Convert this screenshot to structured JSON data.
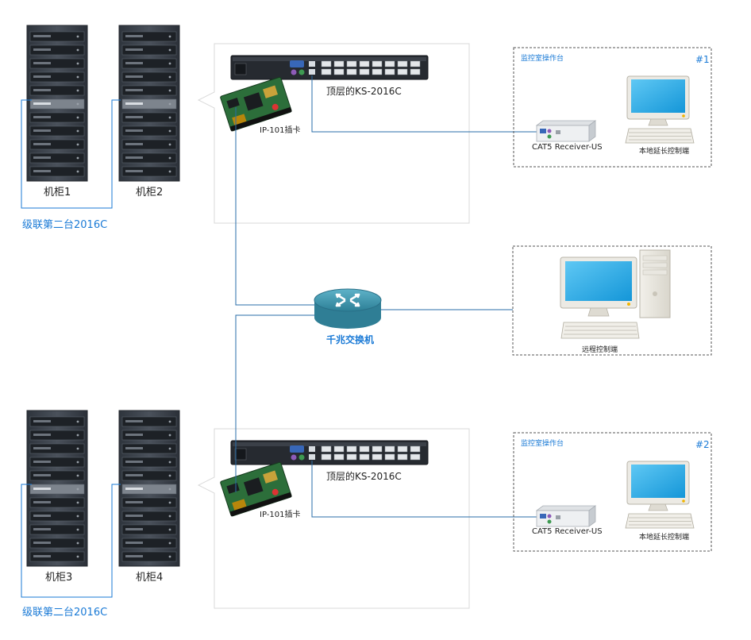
{
  "cabinets": [
    {
      "label": "机柜1"
    },
    {
      "label": "机柜2"
    },
    {
      "label": "机柜3"
    },
    {
      "label": "机柜4"
    }
  ],
  "cascade_top": {
    "label": "级联第二台2016C"
  },
  "cascade_bottom": {
    "label": "级联第二台2016C"
  },
  "kvm_top": {
    "label": "顶层的KS-2016C",
    "card_label": "IP-101插卡"
  },
  "kvm_bottom": {
    "label": "顶层的KS-2016C",
    "card_label": "IP-101插卡"
  },
  "switch": {
    "label": "千兆交换机"
  },
  "console_1": {
    "title": "监控室操作台",
    "number": "#1",
    "receiver_label": "CAT5 Receiver-US",
    "terminal_label": "本地延长控制端"
  },
  "console_2": {
    "title": "监控室操作台",
    "number": "#2",
    "receiver_label": "CAT5 Receiver-US",
    "terminal_label": "本地延长控制端"
  },
  "remote": {
    "label": "远程控制端"
  },
  "colors": {
    "accent": "#1a7ad6",
    "line": "#2a6ea8",
    "rack": "#3a4049",
    "box_border": "#d8d8d8"
  }
}
